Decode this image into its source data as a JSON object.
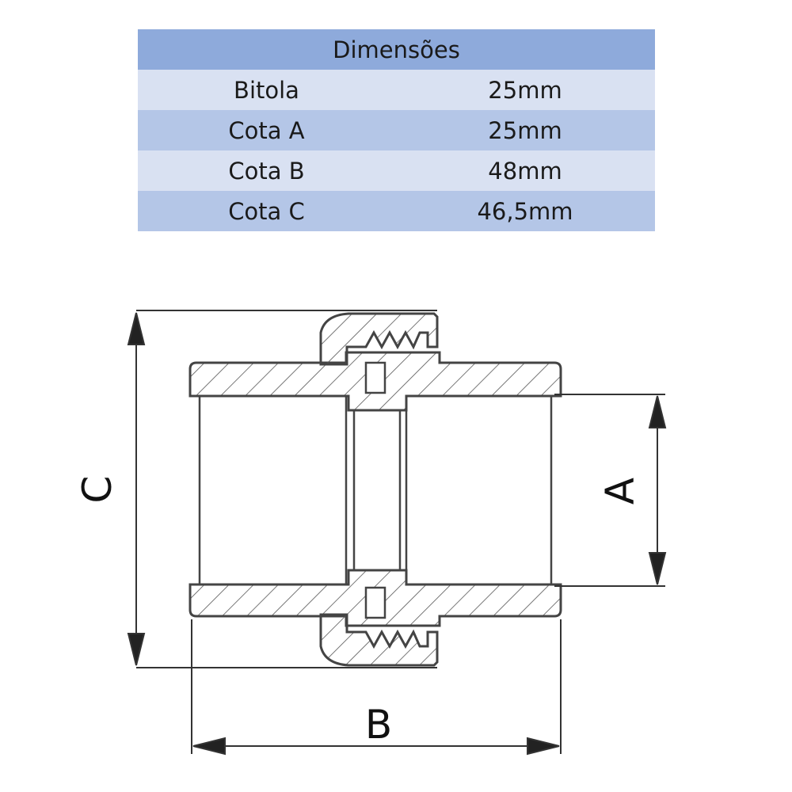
{
  "table": {
    "title": "Dimensões",
    "rows": [
      {
        "label": "Bitola",
        "value": "25mm"
      },
      {
        "label": "Cota A",
        "value": "25mm"
      },
      {
        "label": "Cota B",
        "value": "48mm"
      },
      {
        "label": "Cota C",
        "value": "46,5mm"
      }
    ]
  },
  "drawing": {
    "labels": {
      "a": "A",
      "b": "B",
      "c": "C"
    }
  },
  "colors": {
    "header": "#8eaadb",
    "row_light": "#d9e1f2",
    "row_dark": "#b4c6e7",
    "line": "#4a4a4a"
  }
}
